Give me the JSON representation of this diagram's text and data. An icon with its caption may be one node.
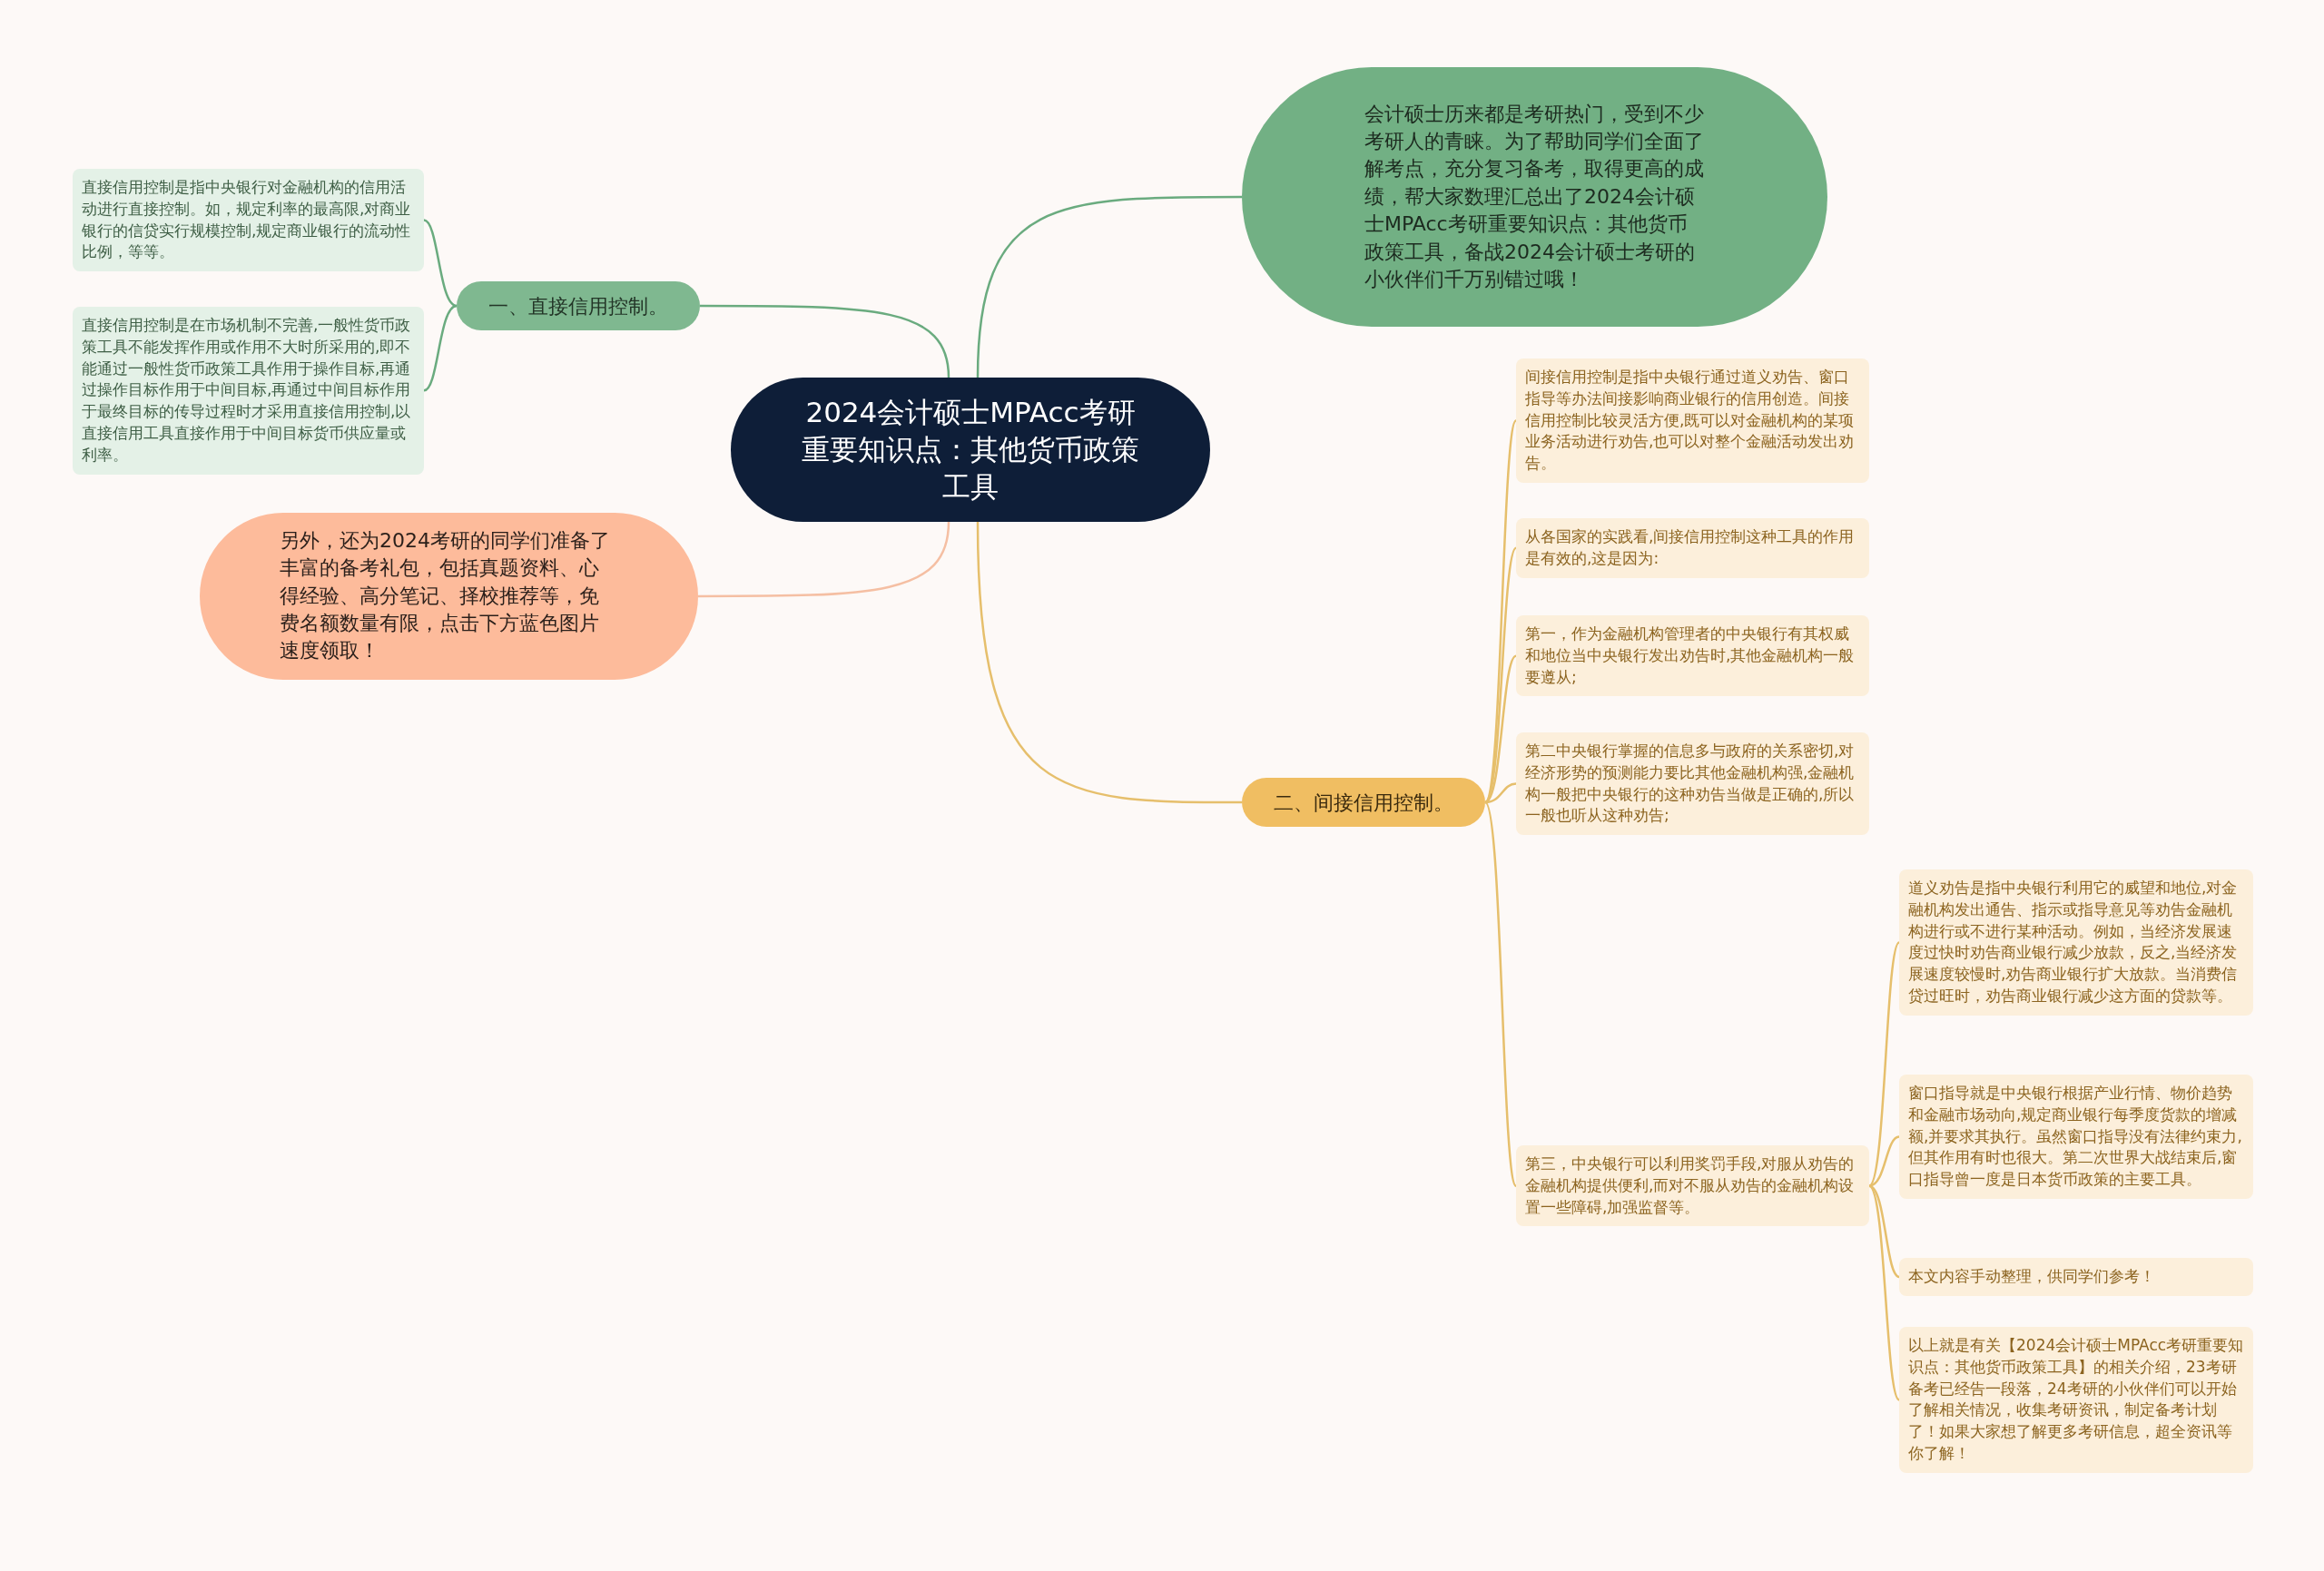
{
  "diagram": {
    "nodes": [
      {
        "text": [
          "2024会计硕士MPAcc考研重要知识点：其他货币政策工具"
        ]
      },
      {
        "text": [
          "会计硕士历来都是考研热门，受到不少考研人的青睐。为了帮助同学们全面了解考点，充分复习备考，取得更高的成绩，帮大家数理汇总出了2024会计硕士MPAcc考研重要知识点：其他货币政策工具，备战2024会计硕士考研的小伙伴们千万别错过哦！"
        ]
      },
      {
        "text": [
          "一、直接信用控制。"
        ]
      },
      {
        "text": [
          "直接信用控制是指中央银行对金融机构的信用活动进行直接控制。如，规定利率的最高限,对商业银行的信贷实行规模控制,规定商业银行的流动性比例，等等。"
        ]
      },
      {
        "text": [
          "直接信用控制是在市场机制不完善,一般性货币政策工具不能发挥作用或作用不大时所采用的,即不能通过一般性货币政策工具作用于操作目标,再通过操作目标作用于中间目标,再通过中间目标作用于最终目标的传导过程时才采用直接信用控制,以直接信用工具直接作用于中间目标货币供应量或利率。"
        ]
      },
      {
        "text": [
          "另外，还为2024考研的同学们准备了丰富的备考礼包，包括真题资料、心得经验、高分笔记、择校推荐等，免费名额数量有限，点击下方蓝色图片速度领取！"
        ]
      },
      {
        "text": [
          "二、间接信用控制。"
        ]
      },
      {
        "text": [
          "间接信用控制是指中央银行通过道义劝告、窗口指导等办法间接影响商业银行的信用创造。间接信用控制比较灵活方便,既可以对金融机构的某项业务活动进行劝告,也可以对整个金融活动发出劝告。"
        ]
      },
      {
        "text": [
          "从各国家的实践看,间接信用控制这种工具的作用是有效的,这是因为:"
        ]
      },
      {
        "text": [
          "第一，作为金融机构管理者的中央银行有其权威和地位当中央银行发出劝告时,其他金融机构一般要遵从;"
        ]
      },
      {
        "text": [
          "第二中央银行掌握的信息多与政府的关系密切,对经济形势的预测能力要比其他金融机构强,金融机构一般把中央银行的这种劝告当做是正确的,所以一般也听从这种劝告;"
        ]
      },
      {
        "text": [
          "第三，中央银行可以利用奖罚手段,对服从劝告的金融机构提供便利,而对不服从劝告的金融机构设置一些障碍,加强监督等。"
        ]
      },
      {
        "text": [
          "道义劝告是指中央银行利用它的威望和地位,对金融机构发出通告、指示或指导意见等劝告金融机构进行或不进行某种活动。例如，当经济发展速度过快时劝告商业银行减少放款，反之,当经济发展速度较慢时,劝告商业银行扩大放款。当消费信贷过旺时，劝告商业银行减少这方面的贷款等。"
        ]
      },
      {
        "text": [
          "窗口指导就是中央银行根据产业行情、物价趋势和金融市场动向,规定商业银行每季度货款的增减额,并要求其执行。虽然窗口指导没有法律约束力,但其作用有时也很大。第二次世界大战结束后,窗口指导曾一度是日本货币政策的主要工具。"
        ]
      },
      {
        "text": [
          "本文内容手动整理，供同学们参考！"
        ]
      },
      {
        "text": [
          "以上就是有关【2024会计硕士MPAcc考研重要知识点：其他货币政策工具】的相关介绍，23考研备考已经告一段落，24考研的小伙伴们可以开始了解相关情况，收集考研资讯，制定备考计划了！如果大家想了解更多考研信息，超全资讯等你了解！"
        ]
      }
    ],
    "edges": [
      {
        "from": 0,
        "to": 1,
        "arrow": "none",
        "color": "#6aab7f"
      },
      {
        "from": 0,
        "to": 2,
        "arrow": "none",
        "color": "#6aab7f"
      },
      {
        "from": 2,
        "to": 3,
        "arrow": "none",
        "color": "#6aab7f"
      },
      {
        "from": 2,
        "to": 4,
        "arrow": "none",
        "color": "#6aab7f"
      },
      {
        "from": 0,
        "to": 5,
        "arrow": "none",
        "color": "#f5bfa3"
      },
      {
        "from": 0,
        "to": 6,
        "arrow": "none"
      },
      {
        "from": 6,
        "to": 7,
        "arrow": "none"
      },
      {
        "from": 6,
        "to": 8,
        "arrow": "none"
      },
      {
        "from": 6,
        "to": 9,
        "arrow": "none"
      },
      {
        "from": 6,
        "to": 10,
        "arrow": "none"
      },
      {
        "from": 6,
        "to": 11,
        "arrow": "none"
      },
      {
        "from": 11,
        "to": 12,
        "arrow": "none"
      },
      {
        "from": 11,
        "to": 13,
        "arrow": "none"
      },
      {
        "from": 11,
        "to": 14,
        "arrow": "none"
      },
      {
        "from": 11,
        "to": 15,
        "arrow": "none"
      }
    ]
  }
}
